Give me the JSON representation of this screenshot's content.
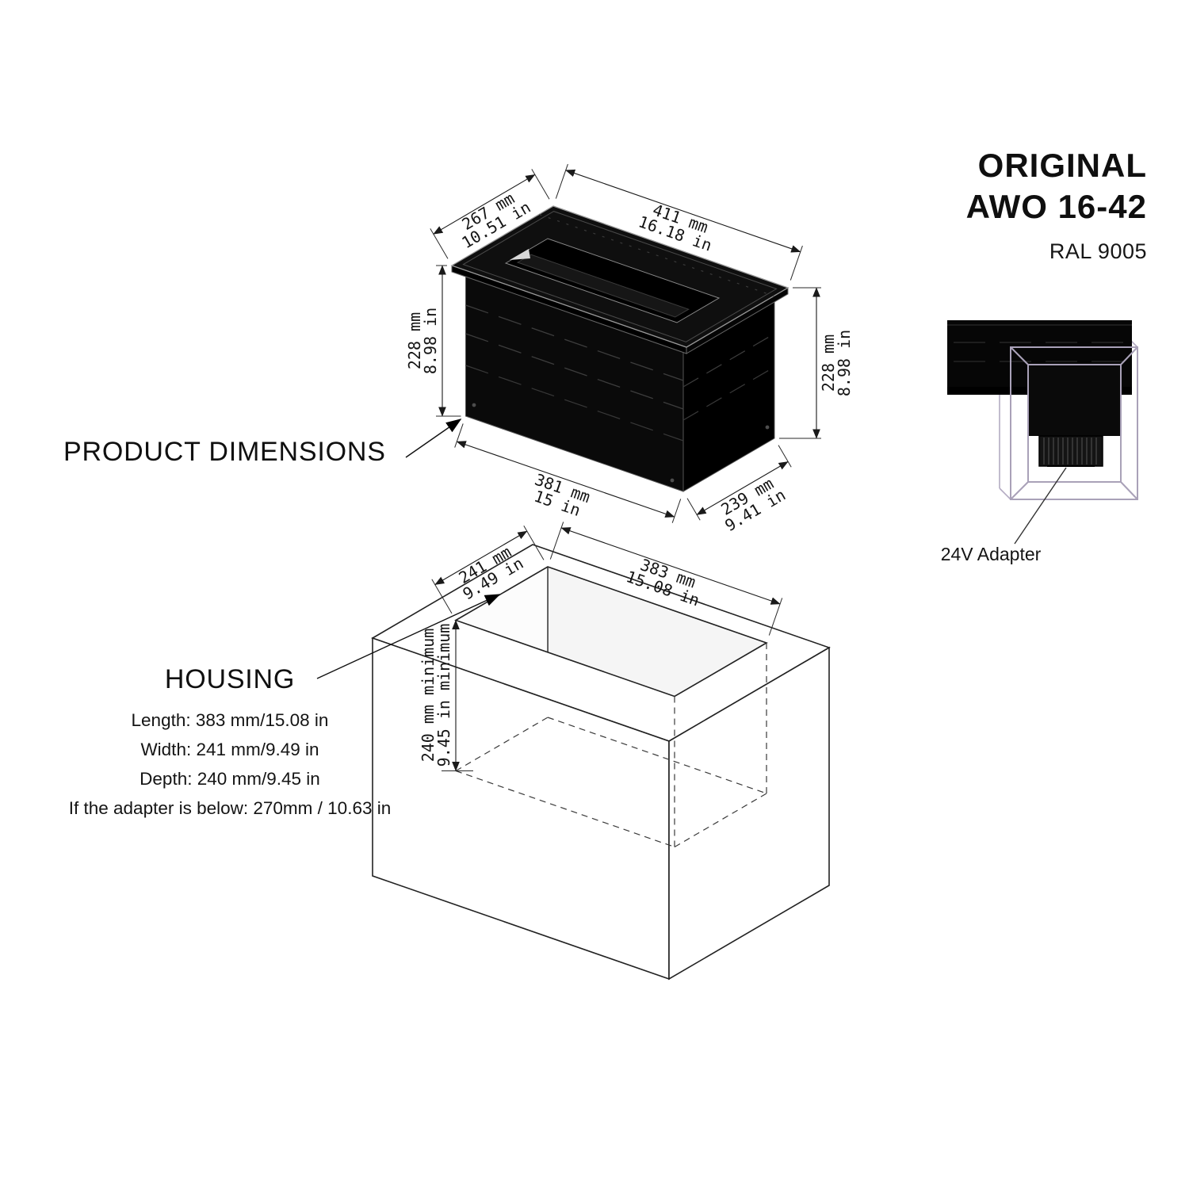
{
  "title_block": {
    "product_line": "ORIGINAL",
    "model": "AWO 16-42",
    "color_code": "RAL 9005"
  },
  "product": {
    "label": "PRODUCT DIMENSIONS",
    "dims": {
      "top_depth_mm": "267 mm",
      "top_depth_in": "10.51 in",
      "top_width_mm": "411 mm",
      "top_width_in": "16.18 in",
      "left_height_mm": "228 mm",
      "left_height_in": "8.98 in",
      "right_height_mm": "228 mm",
      "right_height_in": "8.98 in",
      "bottom_width_mm": "381 mm",
      "bottom_width_in": "15 in",
      "bottom_depth_mm": "239 mm",
      "bottom_depth_in": "9.41 in"
    }
  },
  "housing": {
    "label": "HOUSING",
    "specs": [
      "Length: 383 mm/15.08 in",
      "Width: 241 mm/9.49 in",
      "Depth: 240 mm/9.45 in",
      "If the adapter is below: 270mm / 10.63 in"
    ],
    "dims": {
      "width_mm": "241 mm",
      "width_in": "9.49 in",
      "length_mm": "383 mm",
      "length_in": "15.08 in",
      "depth_mm": "240 mm minimum",
      "depth_in": "9.45 in minimum"
    }
  },
  "adapter_callout": {
    "label": "24V Adapter"
  }
}
